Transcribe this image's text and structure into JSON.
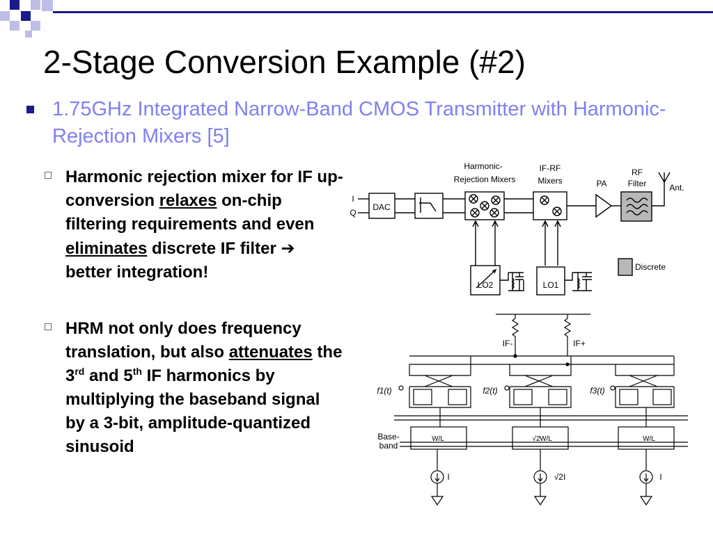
{
  "slide": {
    "title": "2-Stage Conversion Example (#2)",
    "bullet": "1.75GHz Integrated Narrow-Band CMOS Transmitter with Harmonic-Rejection Mixers [5]",
    "sub1": {
      "part1": "Harmonic rejection mixer for IF up-conversion ",
      "emph1": "relaxes",
      "part2": " on-chip filtering requirements and even ",
      "emph2": "eliminates",
      "part3": " discrete IF filter ",
      "arrow": "➔",
      "part4": "  better integration!"
    },
    "sub2": {
      "part1": "HRM not only does frequency translation, but also ",
      "emph1": "attenuates",
      "part2": " the 3",
      "sup1": "rd",
      "part3": " and 5",
      "sup2": "th",
      "part4": " IF harmonics by multiplying the baseband signal by a 3-bit, amplitude-quantized sinusoid"
    }
  },
  "block_diagram": {
    "label_hrm": [
      "Harmonic-",
      "Rejection Mixers"
    ],
    "label_ifrf": [
      "IF-RF",
      "Mixers"
    ],
    "label_pa": "PA",
    "label_rf": [
      "RF",
      "Filter"
    ],
    "label_ant": "Ant.",
    "label_i": "I",
    "label_q": "Q",
    "label_dac": "DAC",
    "label_lo2": "LO2",
    "label_lo1": "LO1",
    "label_discrete": "Discrete"
  },
  "circuit": {
    "label_ifm": "IF-",
    "label_ifp": "IF+",
    "label_f1": "f1(t)",
    "label_f2": "f2(t)",
    "label_f3": "f3(t)",
    "label_base1": "Base-",
    "label_base2": "band",
    "label_wl": "W/L",
    "label_sqrt2": "√2",
    "label_i1": "I",
    "label_i2": "√2I",
    "label_i3": "I"
  }
}
